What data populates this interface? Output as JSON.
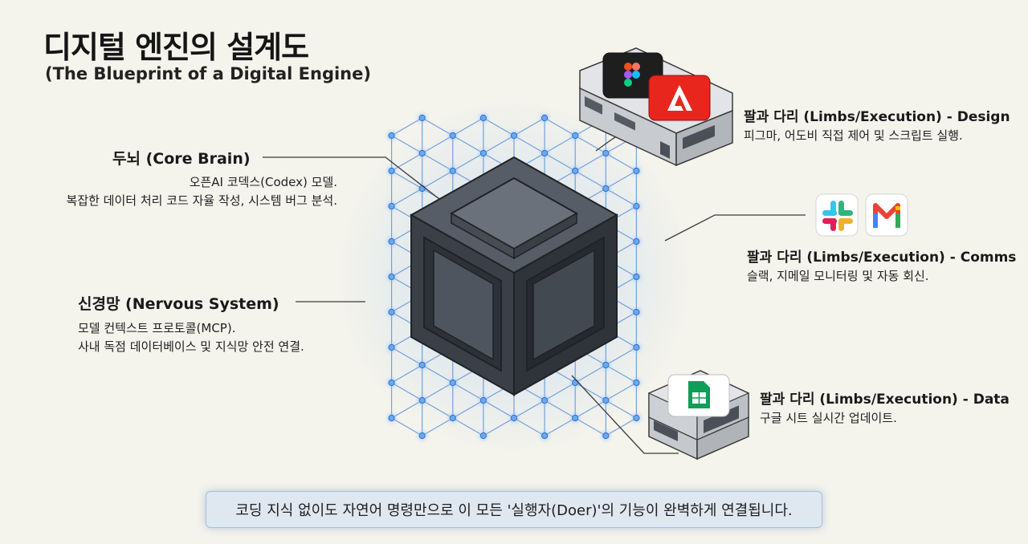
{
  "title": "디지털 엔진의 설계도",
  "subtitle": "(The Blueprint of a Digital Engine)",
  "core_brain": {
    "heading": "두뇌 (Core Brain)",
    "line1": "오픈AI 코덱스(Codex) 모델.",
    "line2": "복잡한 데이터 처리 코드 자율 작성, 시스템 버그 분석."
  },
  "nervous_system": {
    "heading": "신경망 (Nervous System)",
    "line1": "모델 컨텍스트 프로토콜(MCP).",
    "line2": "사내 독점 데이터베이스 및 지식망 안전 연결."
  },
  "limb_design": {
    "heading": "팔과 다리 (Limbs/Execution) - Design",
    "line1": "피그마, 어도비 직접 제어 및 스크립트 실행.",
    "icons": [
      "figma-icon",
      "adobe-icon"
    ]
  },
  "limb_comms": {
    "heading": "팔과 다리 (Limbs/Execution) - Comms",
    "line1": "슬랙, 지메일 모니터링 및 자동 회신.",
    "icons": [
      "slack-icon",
      "gmail-icon"
    ]
  },
  "limb_data": {
    "heading": "팔과 다리 (Limbs/Execution) - Data",
    "line1": "구글 시트 실시간 업데이트.",
    "icons": [
      "google-sheets-icon"
    ]
  },
  "footer": "코딩 지식 없이도 자연어 명령만으로 이 모든 '실행자(Doer)'의 기능이 완벽하게 연결됩니다.",
  "colors": {
    "background": "#f4f3ec",
    "lattice": "#4a86d4",
    "node": "#6aa8f0",
    "cube_dark": "#3a3f47",
    "cube_face": "#4c535d",
    "adobe": "#e8261d",
    "figma_tile": "#1e1e1e"
  }
}
